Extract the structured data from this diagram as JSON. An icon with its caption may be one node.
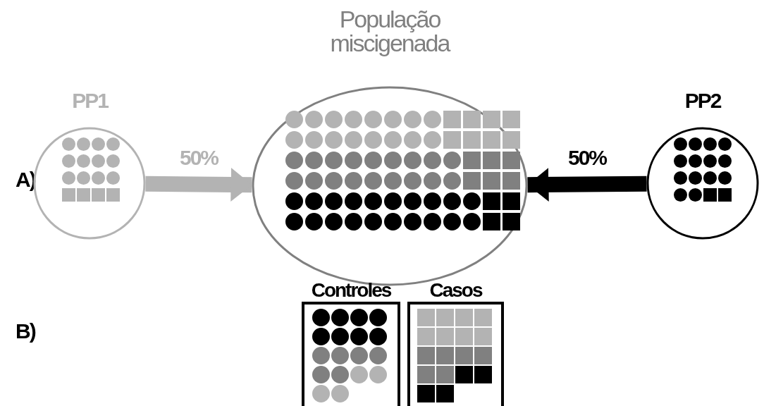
{
  "diagram": {
    "nodes": [
      {
        "text": [
          "PP1"
        ]
      },
      {
        "text": [
          "População miscigenada"
        ]
      },
      {
        "text": [
          "PP2"
        ]
      },
      {
        "text": [
          "Controles"
        ]
      },
      {
        "text": [
          "Casos"
        ]
      }
    ],
    "edges": [
      {
        "from": 0,
        "to": 1,
        "arrow": "to",
        "label": "50%",
        "color": "#b3b3b3"
      },
      {
        "from": 2,
        "to": 1,
        "arrow": "to",
        "label": "50%",
        "color": "#000000"
      }
    ],
    "labels": [
      "A)",
      "B)"
    ]
  }
}
